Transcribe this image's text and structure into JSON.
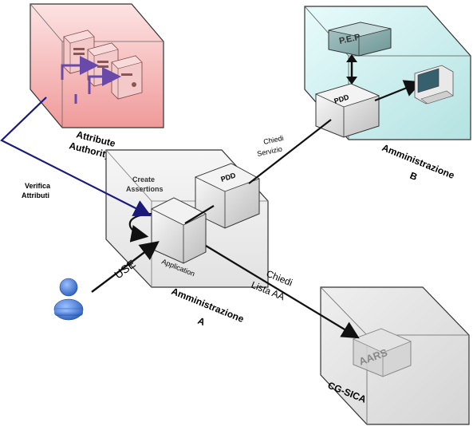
{
  "colors": {
    "attribute_authority_fill": "#f3b3b3",
    "amministrazione_b_fill": "#cdeeee",
    "amministrazione_a_fill": "#ededed",
    "cg_sica_fill": "#e6e6e6",
    "blue_link": "#1a1a7a",
    "purple_arrow": "#6a4aa8",
    "user_blue": "#2f66c4"
  },
  "labels": {
    "attribute_authority": [
      "Attribute",
      "Authority"
    ],
    "amministrazione_b": [
      "Amministrazione",
      "B"
    ],
    "amministrazione_a": [
      "Amministrazione",
      "A"
    ],
    "cg_sica": "CG-SICA",
    "pep": "P.E.P",
    "pdd_b": "PDD",
    "pdd_a": "PDD",
    "aars": "AARS",
    "application": "Application",
    "create_assertions": [
      "Create",
      "Assertions"
    ],
    "verifica_attributi": [
      "Verifica",
      "Attributi"
    ],
    "chiedi_servizio": [
      "Chiedi",
      "Servizio"
    ],
    "chiedi_lista_aa": [
      "Chiedi",
      "Lista AA"
    ],
    "use": "USE"
  },
  "icons": [
    "server-rack-icon",
    "desktop-computer-icon",
    "user-icon",
    "arrow-icon"
  ]
}
